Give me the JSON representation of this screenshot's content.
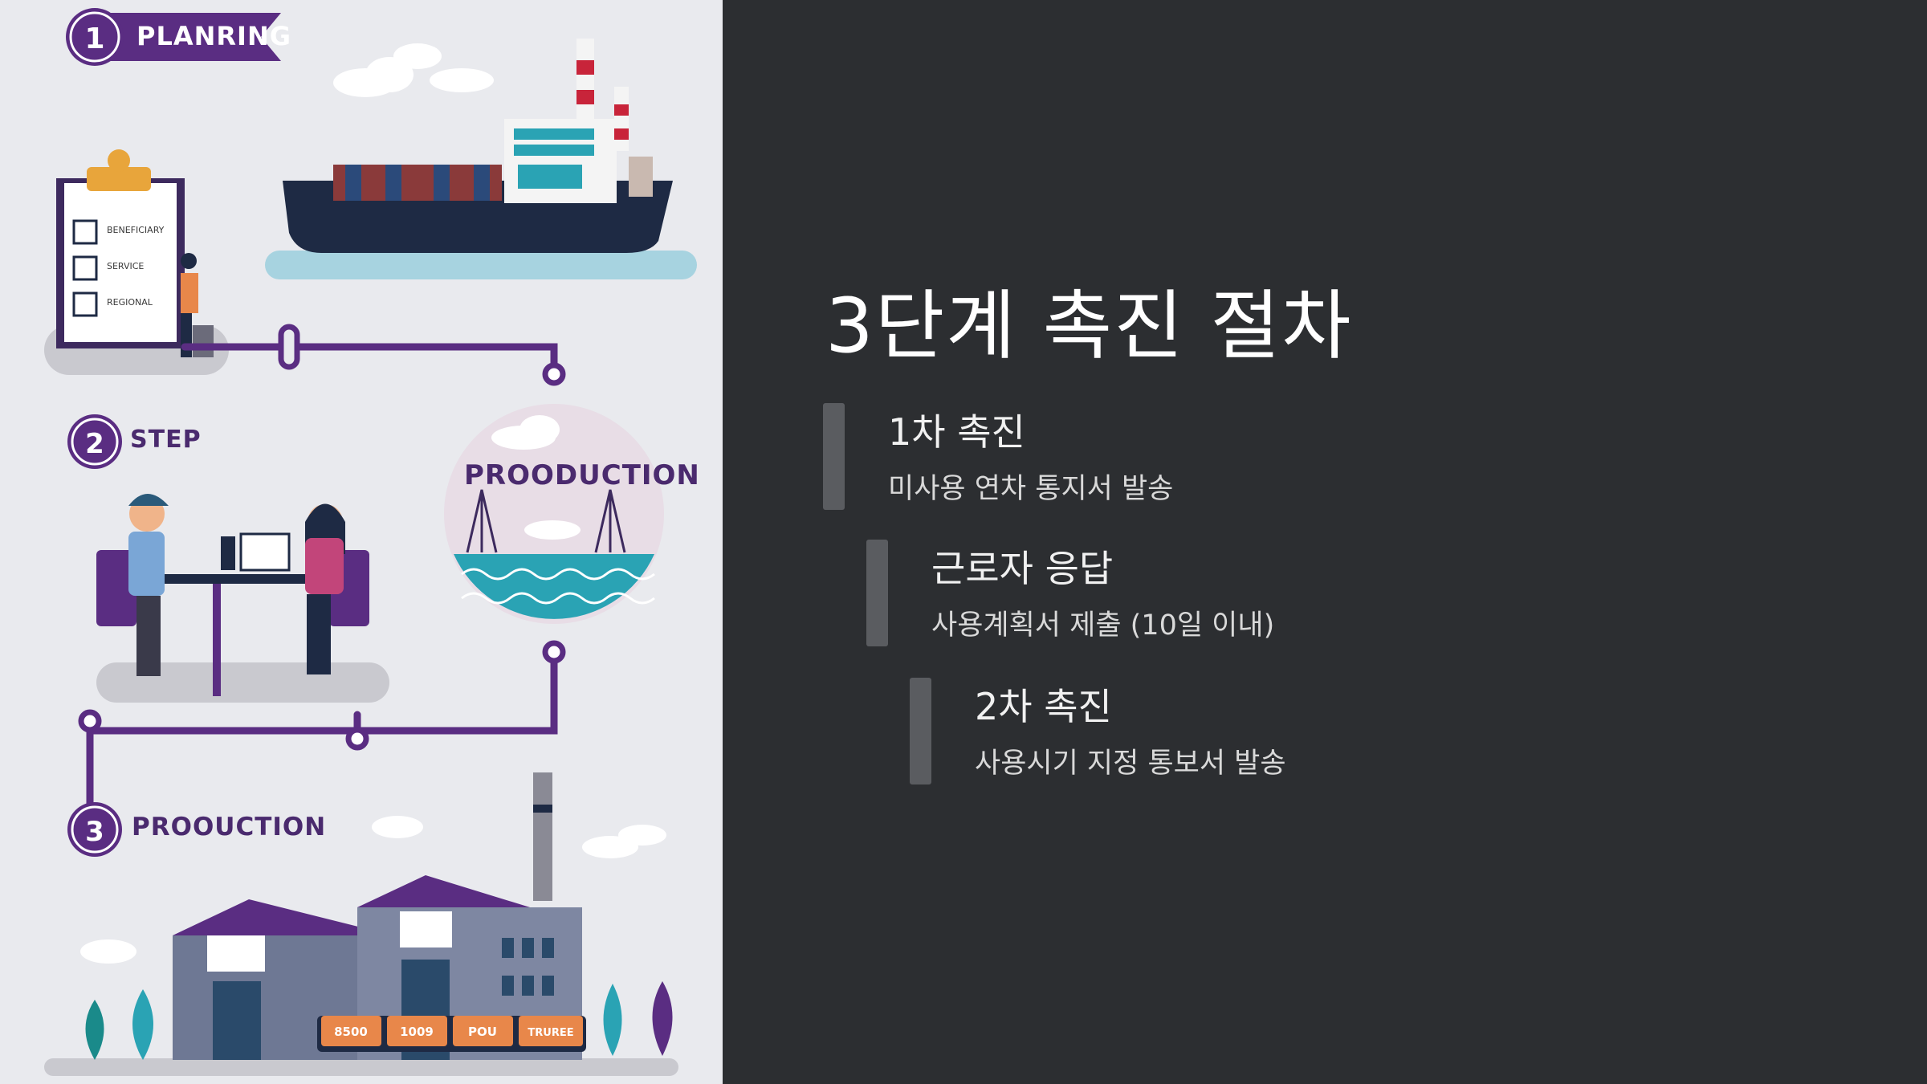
{
  "illustration": {
    "step1_label": "PLANRING",
    "step2_label": "STEP",
    "step3_label": "PROOUCTION",
    "globe_label": "PROODUCTION",
    "clipboard_lines": [
      "BENEFICIARY",
      "SERVICE",
      "REGIONAL"
    ],
    "crate_labels": [
      "8500",
      "1009",
      "POU",
      "TRUREE"
    ],
    "colors": {
      "purple": "#5a2d82",
      "teal": "#2aa3b4",
      "navy": "#1e2a44",
      "orange": "#e8874a"
    }
  },
  "slide": {
    "title": "3단계 촉진 절차",
    "steps": [
      {
        "heading": "1차 촉진",
        "detail": "미사용 연차 통지서 발송"
      },
      {
        "heading": "근로자 응답",
        "detail": "사용계획서 제출 (10일 이내)"
      },
      {
        "heading": "2차 촉진",
        "detail": "사용시기 지정 통보서 발송"
      }
    ],
    "colors": {
      "background": "#2c2e31",
      "bar": "#5a5c60",
      "text": "#ffffff"
    }
  }
}
